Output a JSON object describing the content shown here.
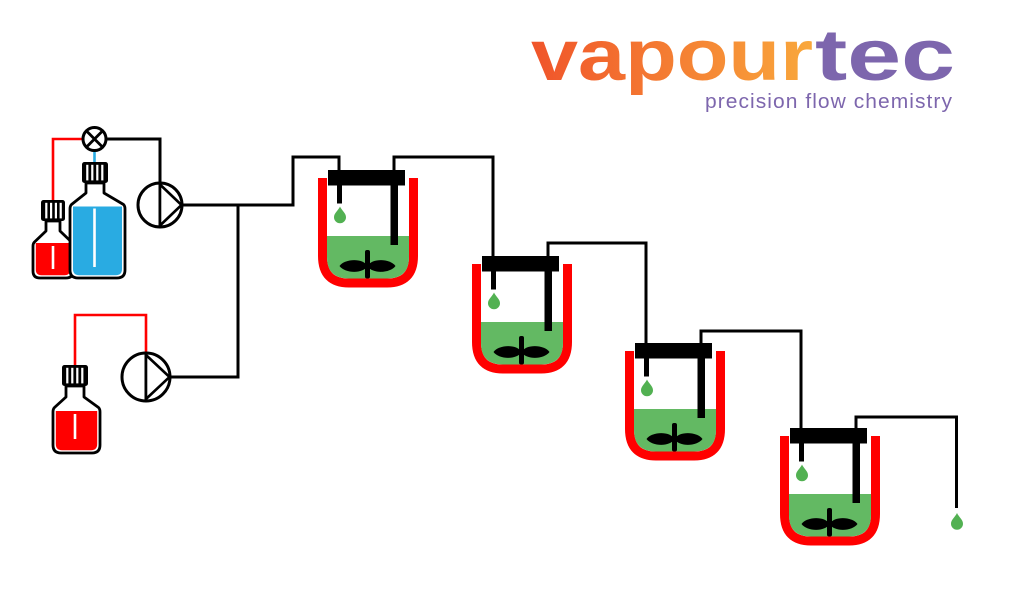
{
  "logo": {
    "word_primary": "vapour",
    "word_secondary": "tec",
    "tagline": "precision flow chemistry"
  },
  "colors": {
    "red": "#ff0000",
    "blue": "#29abe2",
    "liquid-green": "#63b963",
    "droplet-green": "#52b152",
    "ink": "#000000",
    "logo-orange-1": "#f0542a",
    "logo-orange-2": "#f9a83c",
    "logo-purple": "#7d66ad"
  },
  "diagram": {
    "feed_bottles": [
      {
        "name": "red-reagent-bottle",
        "liquid": "red"
      },
      {
        "name": "blue-reagent-bottle",
        "liquid": "blue"
      },
      {
        "name": "red-reagent-bottle-2",
        "liquid": "red"
      }
    ],
    "valve": "mixing-valve",
    "pumps": [
      "pump-1",
      "pump-2"
    ],
    "stirred_reactors": [
      "reactor-1",
      "reactor-2",
      "reactor-3",
      "reactor-4"
    ],
    "reactor_count": 4,
    "output": "product-droplet"
  }
}
